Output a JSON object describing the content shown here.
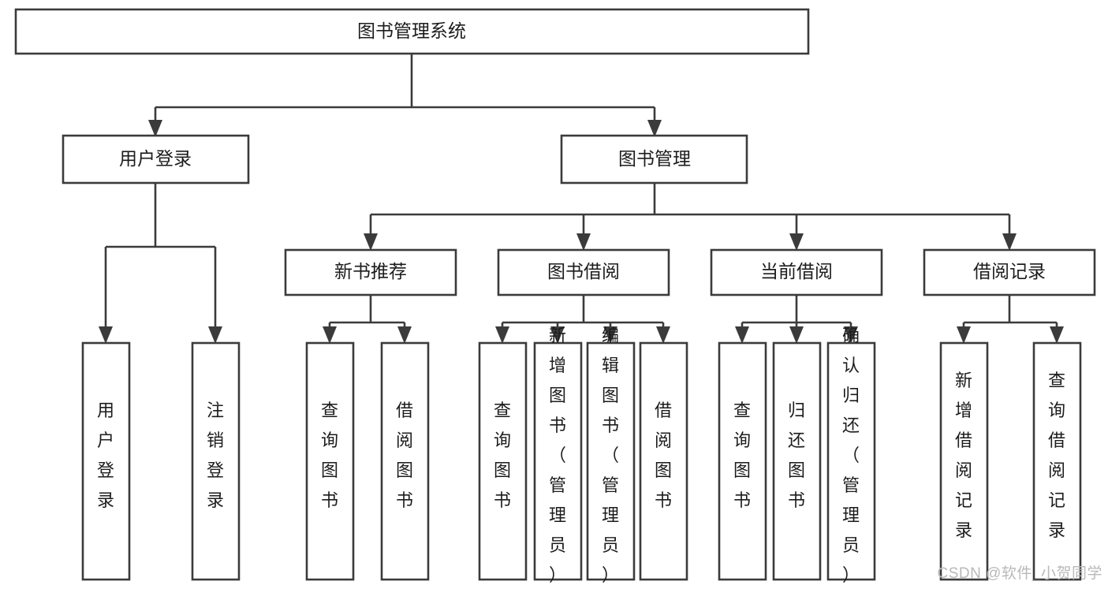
{
  "diagram": {
    "title": "图书管理系统",
    "watermark": "CSDN @软件_小贺同学",
    "colors": {
      "stroke": "#3b3b3b",
      "fill": "#ffffff",
      "text": "#1c1c1c",
      "watermark": "#b9b9b9"
    }
  },
  "chart_data": {
    "type": "diagram",
    "title": "图书管理系统",
    "orientation": "top-down-tree",
    "levels": 4,
    "nodes": [
      {
        "id": "root",
        "label": "图书管理系统",
        "level": 0,
        "parent": null,
        "orientation": "horizontal"
      },
      {
        "id": "login",
        "label": "用户登录",
        "level": 1,
        "parent": "root",
        "orientation": "horizontal"
      },
      {
        "id": "bookmgmt",
        "label": "图书管理",
        "level": 1,
        "parent": "root",
        "orientation": "horizontal"
      },
      {
        "id": "newbook",
        "label": "新书推荐",
        "level": 2,
        "parent": "bookmgmt",
        "orientation": "horizontal"
      },
      {
        "id": "borrow",
        "label": "图书借阅",
        "level": 2,
        "parent": "bookmgmt",
        "orientation": "horizontal"
      },
      {
        "id": "current",
        "label": "当前借阅",
        "level": 2,
        "parent": "bookmgmt",
        "orientation": "horizontal"
      },
      {
        "id": "records",
        "label": "借阅记录",
        "level": 2,
        "parent": "bookmgmt",
        "orientation": "horizontal"
      },
      {
        "id": "leaf-login-1",
        "label": "用户登录",
        "level": 2,
        "parent": "login",
        "orientation": "vertical"
      },
      {
        "id": "leaf-login-2",
        "label": "注销登录",
        "level": 2,
        "parent": "login",
        "orientation": "vertical"
      },
      {
        "id": "leaf-new-1",
        "label": "查询图书",
        "level": 3,
        "parent": "newbook",
        "orientation": "vertical"
      },
      {
        "id": "leaf-new-2",
        "label": "借阅图书",
        "level": 3,
        "parent": "newbook",
        "orientation": "vertical"
      },
      {
        "id": "leaf-borrow-1",
        "label": "查询图书",
        "level": 3,
        "parent": "borrow",
        "orientation": "vertical"
      },
      {
        "id": "leaf-borrow-2",
        "label": "新增图书（管理员）",
        "level": 3,
        "parent": "borrow",
        "orientation": "vertical"
      },
      {
        "id": "leaf-borrow-3",
        "label": "编辑图书（管理员）",
        "level": 3,
        "parent": "borrow",
        "orientation": "vertical"
      },
      {
        "id": "leaf-borrow-4",
        "label": "借阅图书",
        "level": 3,
        "parent": "borrow",
        "orientation": "vertical"
      },
      {
        "id": "leaf-current-1",
        "label": "查询图书",
        "level": 3,
        "parent": "current",
        "orientation": "vertical"
      },
      {
        "id": "leaf-current-2",
        "label": "归还图书",
        "level": 3,
        "parent": "current",
        "orientation": "vertical"
      },
      {
        "id": "leaf-current-3",
        "label": "确认归还（管理员）",
        "level": 3,
        "parent": "current",
        "orientation": "vertical"
      },
      {
        "id": "leaf-records-1",
        "label": "新增借阅记录",
        "level": 3,
        "parent": "records",
        "orientation": "vertical"
      },
      {
        "id": "leaf-records-2",
        "label": "查询借阅记录",
        "level": 3,
        "parent": "records",
        "orientation": "vertical"
      }
    ],
    "edges": [
      {
        "from": "root",
        "to": "login"
      },
      {
        "from": "root",
        "to": "bookmgmt"
      },
      {
        "from": "login",
        "to": "leaf-login-1"
      },
      {
        "from": "login",
        "to": "leaf-login-2"
      },
      {
        "from": "bookmgmt",
        "to": "newbook"
      },
      {
        "from": "bookmgmt",
        "to": "borrow"
      },
      {
        "from": "bookmgmt",
        "to": "current"
      },
      {
        "from": "bookmgmt",
        "to": "records"
      },
      {
        "from": "newbook",
        "to": "leaf-new-1"
      },
      {
        "from": "newbook",
        "to": "leaf-new-2"
      },
      {
        "from": "borrow",
        "to": "leaf-borrow-1"
      },
      {
        "from": "borrow",
        "to": "leaf-borrow-2"
      },
      {
        "from": "borrow",
        "to": "leaf-borrow-3"
      },
      {
        "from": "borrow",
        "to": "leaf-borrow-4"
      },
      {
        "from": "current",
        "to": "leaf-current-1"
      },
      {
        "from": "current",
        "to": "leaf-current-2"
      },
      {
        "from": "current",
        "to": "leaf-current-3"
      },
      {
        "from": "records",
        "to": "leaf-records-1"
      },
      {
        "from": "records",
        "to": "leaf-records-2"
      }
    ]
  }
}
